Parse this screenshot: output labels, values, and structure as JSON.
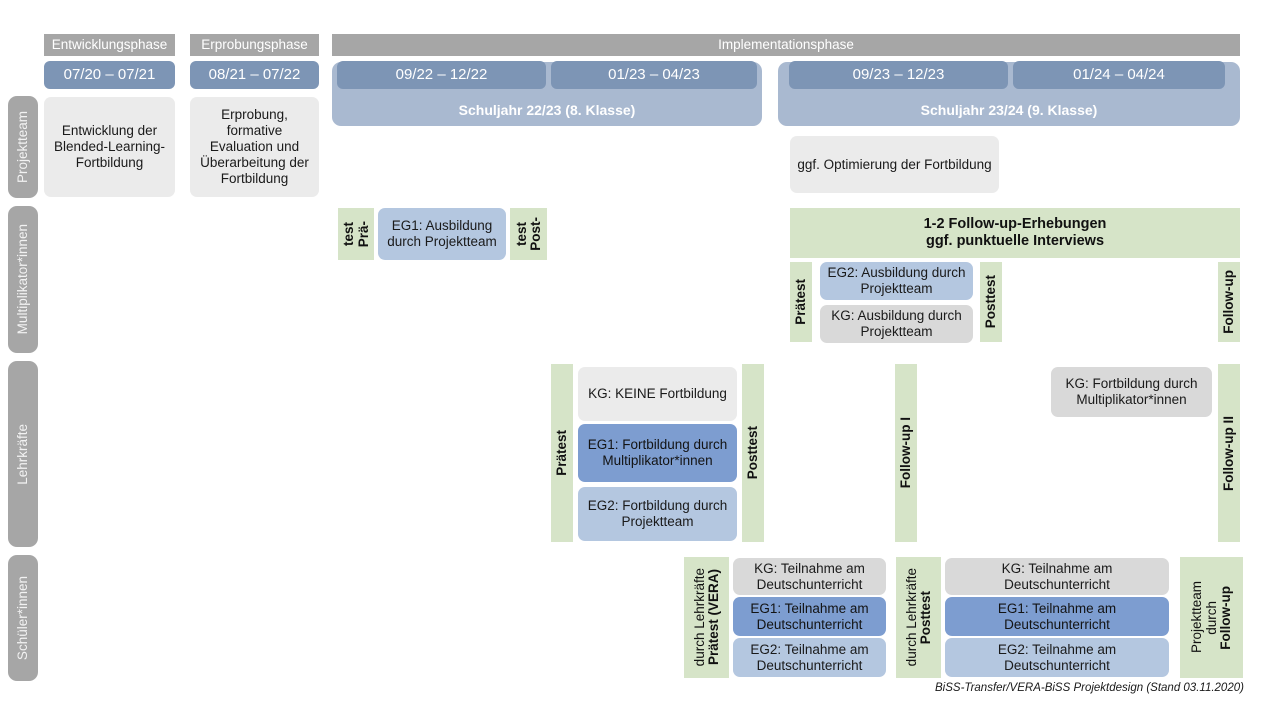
{
  "diagram": {
    "footer": "BiSS-Transfer/VERA-BiSS Projektdesign (Stand 03.11.2020)",
    "phases": [
      {
        "label": "Entwicklungsphase"
      },
      {
        "label": "Erprobungsphase"
      },
      {
        "label": "Implementationsphase"
      }
    ],
    "date_pills": [
      {
        "label": "07/20 – 07/21"
      },
      {
        "label": "08/21 – 07/22"
      },
      {
        "label": "09/22 – 12/22"
      },
      {
        "label": "01/23 – 04/23"
      },
      {
        "label": "09/23 – 12/23"
      },
      {
        "label": "01/24 – 04/24"
      }
    ],
    "year_bands": [
      {
        "label": "Schuljahr 22/23 (8. Klasse)"
      },
      {
        "label": "Schuljahr 23/24 (9. Klasse)"
      }
    ],
    "rows": [
      {
        "label": "Projektteam"
      },
      {
        "label": "Multiplikator*innen"
      },
      {
        "label": "Lehrkräfte"
      },
      {
        "label": "Schüler*innen"
      }
    ],
    "projektteam": {
      "entwicklung": "Entwicklung der Blended-Learning-Fortbildung",
      "erprobung": "Erprobung, formative Evaluation und Überarbeitung der Fortbildung",
      "optimierung": "ggf. Optimierung der Fortbildung"
    },
    "multiplikatoren": {
      "praetest_short_line1": "Prä-",
      "praetest_short_line2": "test",
      "posttest_short_line1": "Post-",
      "posttest_short_line2": "test",
      "eg1": "EG1: Ausbildung durch Projektteam",
      "followup_banner_line1": "1-2 Follow-up-Erhebungen",
      "followup_banner_line2": "ggf. punktuelle Interviews",
      "praetest": "Prätest",
      "posttest": "Posttest",
      "followup": "Follow-up",
      "eg2": "EG2: Ausbildung durch Projektteam",
      "kg": "KG: Ausbildung durch Projektteam"
    },
    "lehrkraefte": {
      "praetest": "Prätest",
      "posttest": "Posttest",
      "followup_1": "Follow-up I",
      "followup_2": "Follow-up II",
      "kg_keine": "KG:  KEINE Fortbildung",
      "eg1": "EG1: Fortbildung durch Multiplikator*innen",
      "eg2": "EG2: Fortbildung durch Projektteam",
      "kg_multi": "KG: Fortbildung durch Multiplikator*innen"
    },
    "schueler": {
      "praetest_main": "Prätest (VERA)",
      "praetest_sub": "durch Lehrkräfte",
      "posttest_main": "Posttest",
      "posttest_sub": "durch Lehrkräfte",
      "followup_main": "Follow-up",
      "followup_sub1": "durch",
      "followup_sub2": "Projektteam",
      "kg": "KG: Teilnahme am Deutschunterricht",
      "eg1": "EG1: Teilnahme am Deutschunterricht",
      "eg2": "EG2: Teilnahme am Deutschunterricht"
    },
    "colors": {
      "grey_tab": "#a6a6a6",
      "date_pill": "#7d95b5",
      "year_band": "#a9b9d0",
      "green": "#d6e4c8",
      "blue_dark": "#7d9dd0",
      "blue_mid": "#a6bde0",
      "blue_light": "#b4c7e0",
      "grey_box": "#ebebeb",
      "grey_box_dark": "#d9d9d9"
    }
  }
}
